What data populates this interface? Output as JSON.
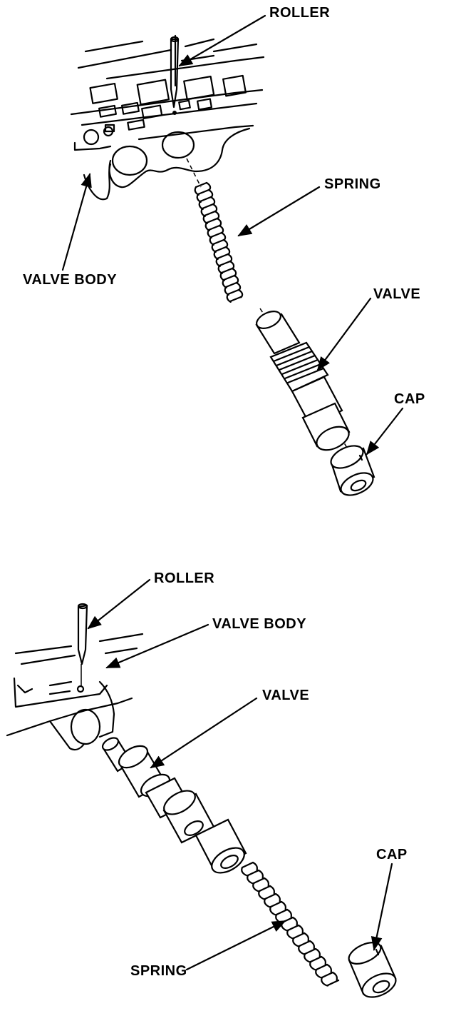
{
  "diagrams": [
    {
      "labels": {
        "roller": "ROLLER",
        "spring": "SPRING",
        "valve_body": "VALVE BODY",
        "valve": "VALVE",
        "cap": "CAP"
      }
    },
    {
      "labels": {
        "roller": "ROLLER",
        "valve_body": "VALVE BODY",
        "valve": "VALVE",
        "cap": "CAP",
        "spring": "SPRING"
      }
    }
  ]
}
